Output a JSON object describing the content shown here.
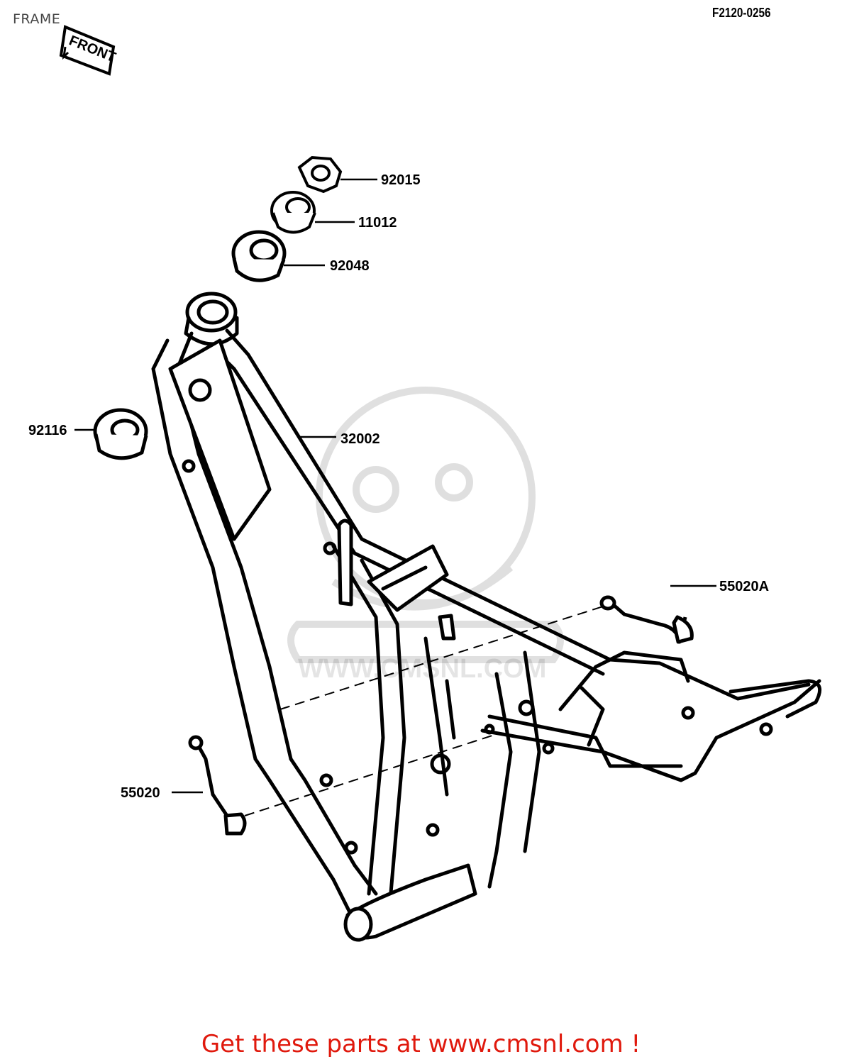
{
  "header": {
    "title": "FRAME",
    "ref_code": "F2120-0256",
    "front_tag": "FRONT"
  },
  "parts": [
    {
      "number": "92015"
    },
    {
      "number": "11012"
    },
    {
      "number": "92048"
    },
    {
      "number": "92116"
    },
    {
      "number": "32002"
    },
    {
      "number": "55020A"
    },
    {
      "number": "55020"
    }
  ],
  "watermark": {
    "text": "WWW.CMSNL.COM"
  },
  "footer": {
    "link_text": "Get these parts at www.cmsnl.com !",
    "color": "#e0190d"
  }
}
